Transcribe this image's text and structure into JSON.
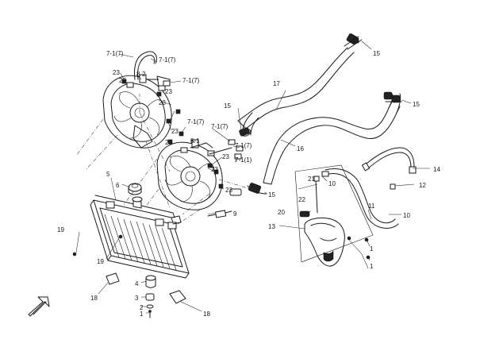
{
  "diagram": {
    "type": "exploded-parts-diagram",
    "callouts": [
      {
        "id": "c15a",
        "text": "15"
      },
      {
        "id": "c15b",
        "text": "15"
      },
      {
        "id": "c15c",
        "text": "15"
      },
      {
        "id": "c15d",
        "text": "15"
      },
      {
        "id": "c17",
        "text": "17"
      },
      {
        "id": "c16",
        "text": "16"
      },
      {
        "id": "c14",
        "text": "14"
      },
      {
        "id": "c12",
        "text": "12"
      },
      {
        "id": "c11",
        "text": "11"
      },
      {
        "id": "c10a",
        "text": "10"
      },
      {
        "id": "c10b",
        "text": "10"
      },
      {
        "id": "c21",
        "text": "21"
      },
      {
        "id": "c22",
        "text": "22"
      },
      {
        "id": "c20",
        "text": "20"
      },
      {
        "id": "c13",
        "text": "13"
      },
      {
        "id": "c1a",
        "text": "1"
      },
      {
        "id": "c1b",
        "text": "1"
      },
      {
        "id": "c1c",
        "text": "1"
      },
      {
        "id": "c71a",
        "text": "7-1(7)"
      },
      {
        "id": "c71b",
        "text": "7-1(7)"
      },
      {
        "id": "c71c",
        "text": "7-1(7)"
      },
      {
        "id": "c71d",
        "text": "7-1(7)"
      },
      {
        "id": "c71e",
        "text": "7-1(7)"
      },
      {
        "id": "c71f",
        "text": "7-1(7)"
      },
      {
        "id": "c71g",
        "text": "7-1(1)"
      },
      {
        "id": "c23a",
        "text": "23"
      },
      {
        "id": "c23b",
        "text": "23"
      },
      {
        "id": "c23c",
        "text": "23"
      },
      {
        "id": "c23d",
        "text": "23"
      },
      {
        "id": "c23e",
        "text": "23"
      },
      {
        "id": "c23f",
        "text": "23"
      },
      {
        "id": "c23g",
        "text": "23"
      },
      {
        "id": "c23h",
        "text": "23"
      },
      {
        "id": "c23i",
        "text": "23"
      },
      {
        "id": "c82",
        "text": "8-2"
      },
      {
        "id": "c81",
        "text": "8-1"
      },
      {
        "id": "c5",
        "text": "5"
      },
      {
        "id": "c6",
        "text": "6"
      },
      {
        "id": "c9",
        "text": "9"
      },
      {
        "id": "c19a",
        "text": "19"
      },
      {
        "id": "c19b",
        "text": "19"
      },
      {
        "id": "c18a",
        "text": "18"
      },
      {
        "id": "c18b",
        "text": "18"
      },
      {
        "id": "c4",
        "text": "4"
      },
      {
        "id": "c3",
        "text": "3"
      },
      {
        "id": "c2",
        "text": "2"
      }
    ]
  }
}
